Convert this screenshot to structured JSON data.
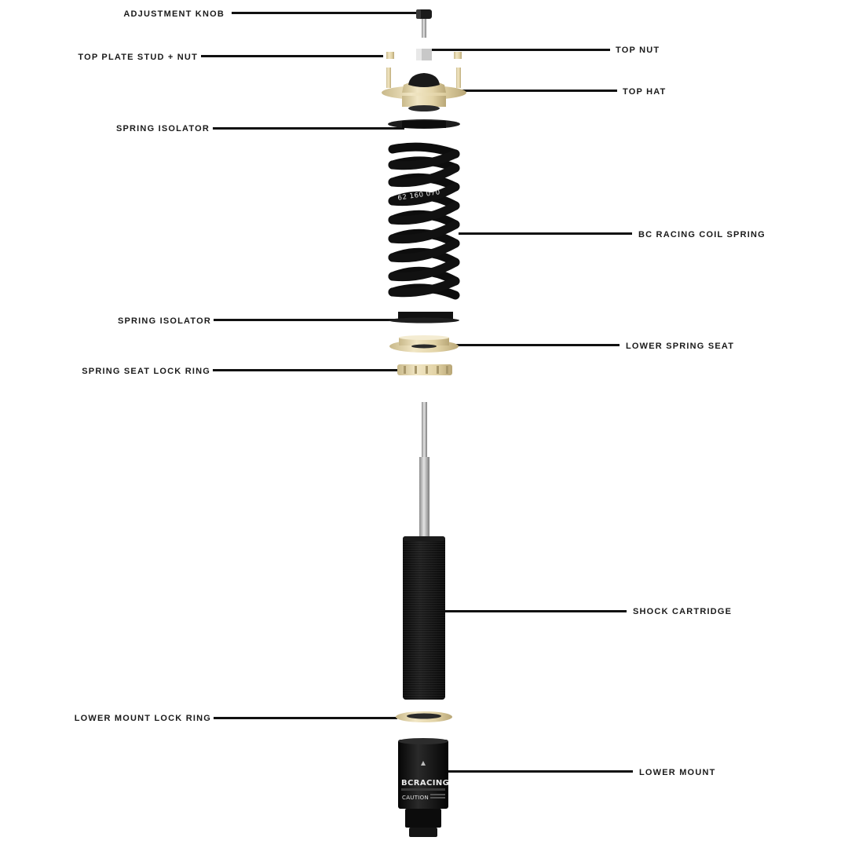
{
  "diagram": {
    "labels_left": [
      {
        "id": "adjustment_knob",
        "text": "ADJUSTMENT KNOB"
      },
      {
        "id": "top_plate_stud_nut",
        "text": "TOP PLATE STUD + NUT"
      },
      {
        "id": "spring_isolator_top",
        "text": "SPRING ISOLATOR"
      },
      {
        "id": "spring_isolator_bottom",
        "text": "SPRING ISOLATOR"
      },
      {
        "id": "spring_seat_lock_ring",
        "text": "SPRING SEAT LOCK RING"
      },
      {
        "id": "lower_mount_lock_ring",
        "text": "LOWER MOUNT LOCK RING"
      }
    ],
    "labels_right": [
      {
        "id": "top_nut",
        "text": "TOP NUT"
      },
      {
        "id": "top_hat",
        "text": "TOP HAT"
      },
      {
        "id": "coil_spring",
        "text": "BC RACING COIL SPRING"
      },
      {
        "id": "lower_spring_seat",
        "text": "LOWER SPRING SEAT"
      },
      {
        "id": "shock_cartridge",
        "text": "SHOCK CARTRIDGE"
      },
      {
        "id": "lower_mount",
        "text": "LOWER MOUNT"
      }
    ],
    "spring_marking": "62 160 070",
    "mount_brand": "BCRACING",
    "mount_caution": "CAUTION",
    "colors": {
      "leader": "#111111",
      "label_text": "#1a1a1a",
      "anodized_gold": "#e6d9b0",
      "spring_black": "#0d0d0d",
      "shaft_silver": "#b8b8b8"
    }
  }
}
